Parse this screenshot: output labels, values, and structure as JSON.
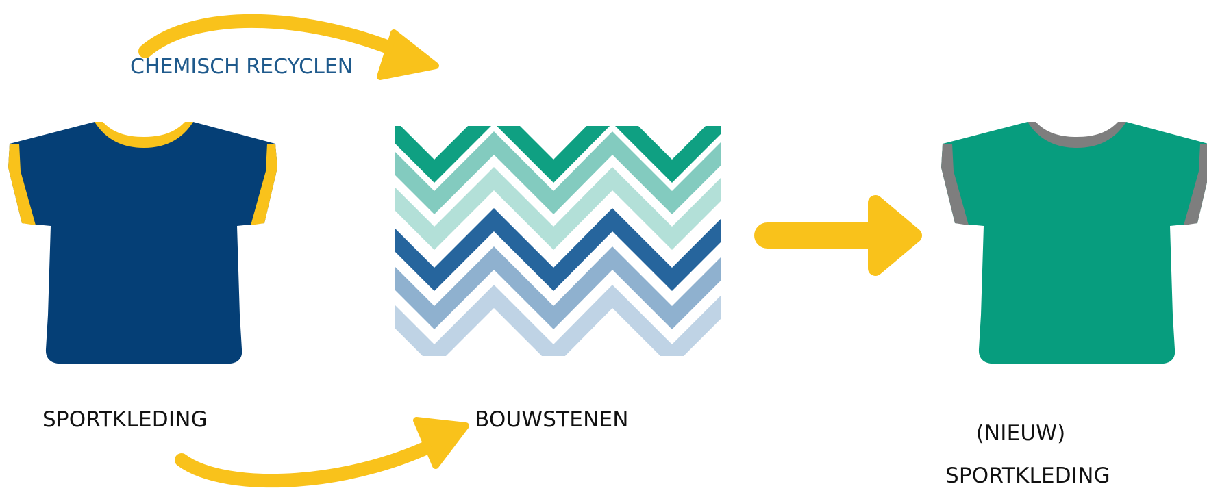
{
  "process": {
    "label": "CHEMISCH RECYCLEN"
  },
  "stages": {
    "input": {
      "label": "SPORTKLEDING",
      "icon": "tshirt-navy-icon"
    },
    "intermediate": {
      "label": "BOUWSTENEN",
      "icon": "chevron-pattern-icon"
    },
    "output": {
      "label_line1": "(NIEUW)",
      "label_line2": "SPORTKLEDING",
      "icon": "tshirt-green-icon"
    }
  },
  "colors": {
    "arrow": "#F9C21B",
    "label_accent": "#1F5A8C",
    "shirt_navy": "#053F76",
    "shirt_navy_trim": "#F9C21B",
    "shirt_green": "#079D7E",
    "shirt_green_trim": "#7E7E7E",
    "chevron_band_1": "#0FA082",
    "chevron_band_2": "#83CBBF",
    "chevron_band_3": "#B3E0D8",
    "chevron_band_4": "#26659D",
    "chevron_band_5": "#8FB1CF",
    "chevron_band_6": "#BFD3E5"
  }
}
